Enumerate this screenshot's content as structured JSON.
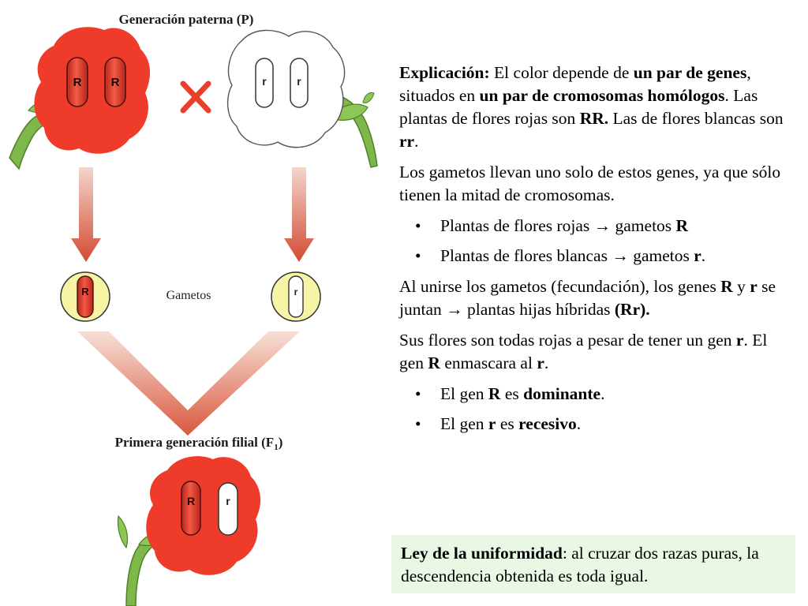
{
  "figure": {
    "title": "Generación paterna (P)",
    "parent_red_alleles": [
      "R",
      "R"
    ],
    "parent_white_alleles": [
      "r",
      "r"
    ],
    "gametes_label": "Gametos",
    "gamete_red_allele": "R",
    "gamete_white_allele": "r",
    "f1_title": "Primera generación filial (F",
    "f1_subscript": "1",
    "f1_title_close": ")",
    "f1_alleles": [
      "R",
      "r"
    ],
    "colors": {
      "red_petal": "#ef3b2a",
      "stem": "#7fb84a",
      "cross": "#e8402a",
      "arrow": "#d24a32",
      "gamete_circle": "#f8f4a6"
    }
  },
  "explanation": {
    "p1": [
      "Explicación:",
      " El color depende de ",
      "un par de genes",
      ", situados en ",
      "un par de cromosomas homólogos",
      ". Las plantas de flores rojas son ",
      "RR.",
      " Las de flores blancas son ",
      "rr",
      "."
    ],
    "p2": "Los gametos llevan uno solo de estos genes, ya que sólo tienen la mitad de cromosomas.",
    "bullets1": [
      [
        "Plantas de flores rojas → gametos ",
        "R"
      ],
      [
        "Plantas de flores blancas → gametos ",
        "r",
        "."
      ]
    ],
    "p3": [
      "Al unirse los gametos (fecundación), los genes ",
      "R",
      " y ",
      "r",
      " se juntan → plantas hijas híbridas ",
      "(Rr)."
    ],
    "p4": [
      "Sus flores son todas rojas a pesar de tener un gen ",
      "r",
      ". El gen ",
      "R",
      " enmascara al ",
      "r",
      "."
    ],
    "bullets2": [
      [
        "El gen ",
        "R",
        " es ",
        "dominante",
        "."
      ],
      [
        "El gen ",
        "r",
        " es ",
        "recesivo",
        "."
      ]
    ]
  },
  "law": [
    "Ley de la uniformidad",
    ": al cruzar dos razas puras, la descendencia obtenida es toda igual."
  ]
}
